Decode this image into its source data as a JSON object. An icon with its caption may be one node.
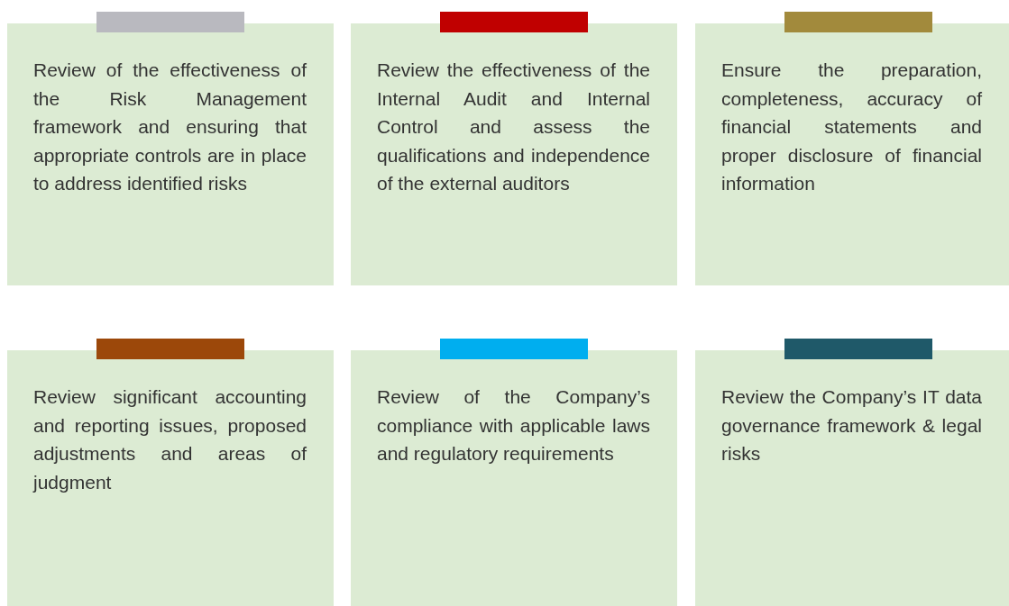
{
  "diagram": {
    "nodes": [
      {
        "text": [],
        "shape": "bar"
      },
      {
        "text": [
          "Review of the effectiveness of the Risk Management framework and ensuring that appropriate controls are in place to address identified risks"
        ]
      },
      {
        "text": [],
        "shape": "bar"
      },
      {
        "text": [
          "Review the effectiveness of the Internal Audit and Internal Control and assess the qualifications and independence of the external auditors"
        ]
      },
      {
        "text": [],
        "shape": "bar"
      },
      {
        "text": [
          "Ensure the preparation, completeness, accuracy of financial statements and proper disclosure of financial information"
        ]
      },
      {
        "text": [],
        "shape": "bar"
      },
      {
        "text": [
          "Review significant accounting and reporting issues, proposed adjustments and areas of judgment"
        ]
      },
      {
        "text": [],
        "shape": "bar"
      },
      {
        "text": [
          "Review of the Company’s compliance with applicable laws and regulatory requirements"
        ]
      },
      {
        "text": [],
        "shape": "bar"
      },
      {
        "text": [
          "Review the Company’s IT data governance framework & legal risks"
        ]
      }
    ]
  }
}
